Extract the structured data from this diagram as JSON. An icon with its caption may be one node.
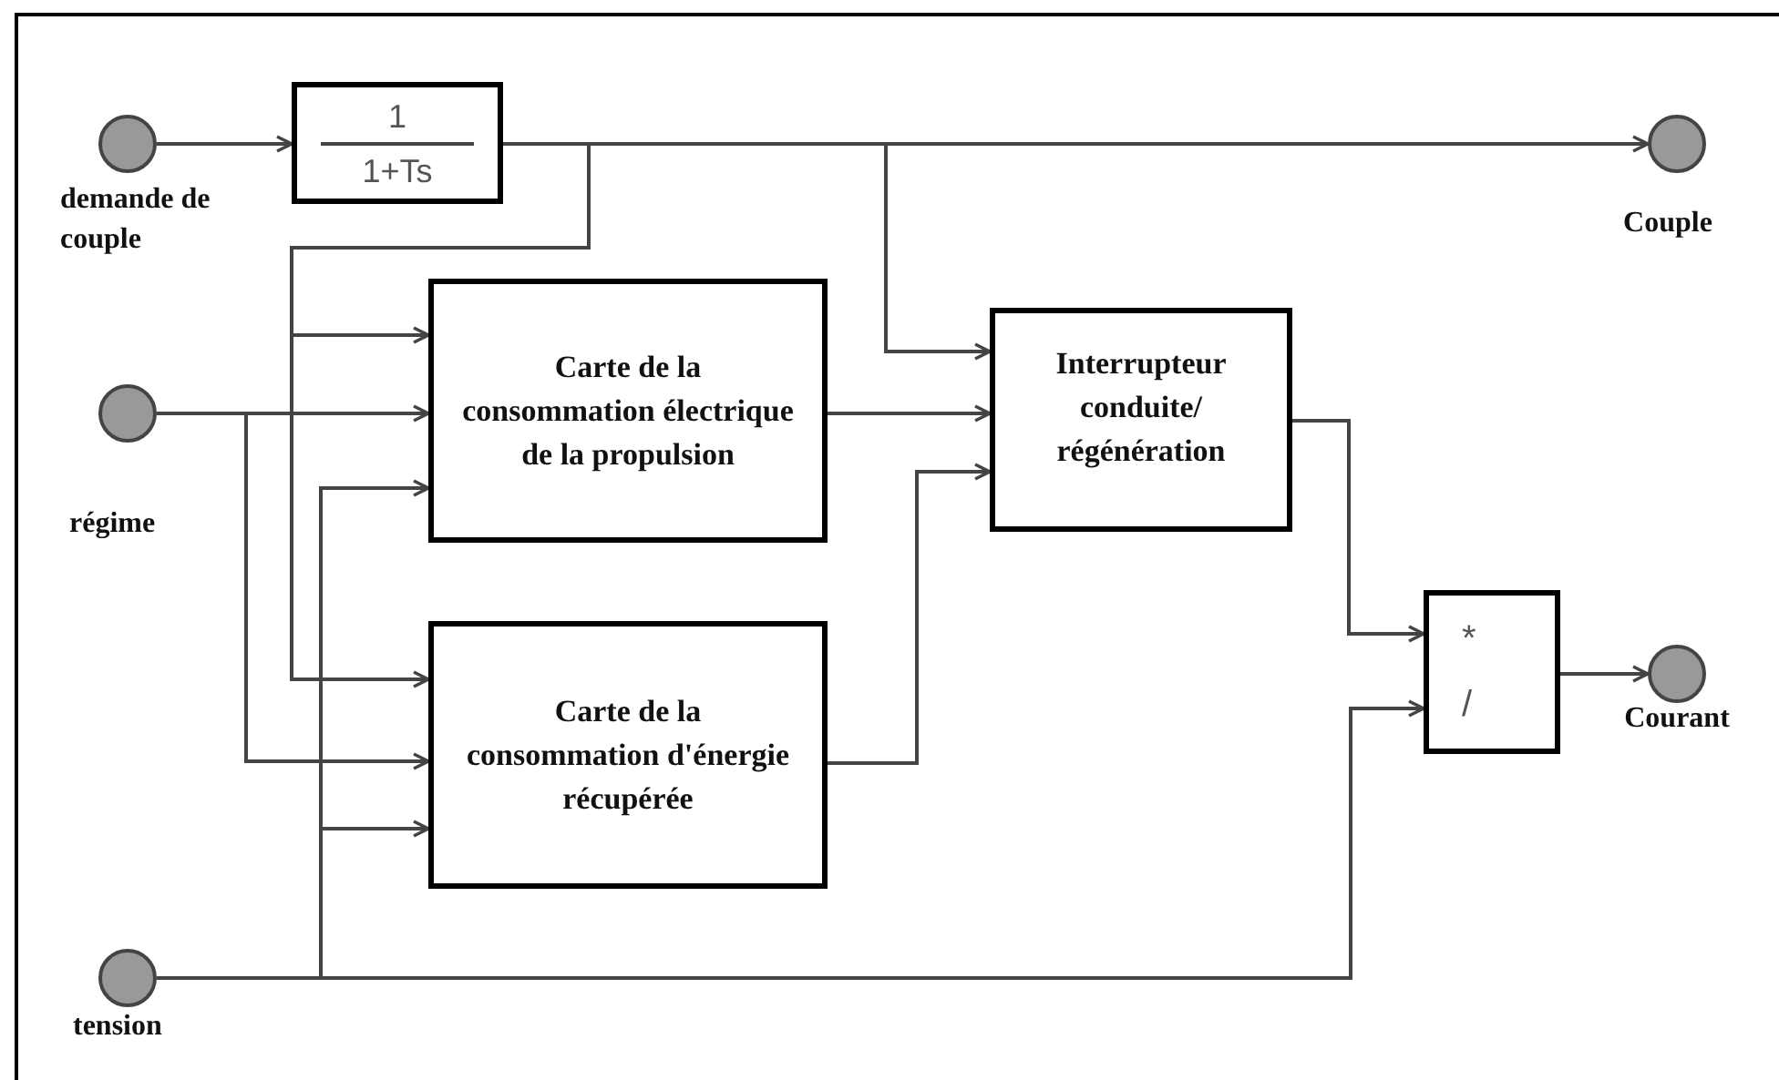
{
  "diagram": {
    "nodes": [
      {
        "text": [],
        "shape": "circle",
        "beside": [
          "demande de couple"
        ]
      },
      {
        "text": [],
        "shape": "circle",
        "beside": [
          "régime"
        ]
      },
      {
        "text": [],
        "shape": "circle",
        "beside": [
          "tension"
        ]
      },
      {
        "text": [
          "1",
          "1+Ts"
        ]
      },
      {
        "text": [
          "Carte de la consommation électrique de la propulsion"
        ]
      },
      {
        "text": [
          "Carte de la consommation d'énergie récupérée"
        ]
      },
      {
        "text": [
          "Interrupteur conduite/ régénération"
        ]
      },
      {
        "text": [
          "*",
          "/"
        ]
      },
      {
        "text": [],
        "shape": "circle",
        "beside": [
          "Couple"
        ]
      },
      {
        "text": [],
        "shape": "circle",
        "beside": [
          "Courant"
        ]
      }
    ],
    "edges": [
      {
        "from": 0,
        "to": 3,
        "arrow": "to"
      },
      {
        "from": 3,
        "to": 8,
        "arrow": "to"
      },
      {
        "from": 3,
        "to": 6,
        "arrow": "to"
      },
      {
        "from": 3,
        "to": 4,
        "arrow": "to"
      },
      {
        "from": 3,
        "to": 5,
        "arrow": "to"
      },
      {
        "from": 1,
        "to": 4,
        "arrow": "to"
      },
      {
        "from": 1,
        "to": 5,
        "arrow": "to"
      },
      {
        "from": 2,
        "to": 4,
        "arrow": "to"
      },
      {
        "from": 2,
        "to": 5,
        "arrow": "to"
      },
      {
        "from": 2,
        "to": 7,
        "arrow": "to"
      },
      {
        "from": 4,
        "to": 6,
        "arrow": "to"
      },
      {
        "from": 5,
        "to": 6,
        "arrow": "to"
      },
      {
        "from": 6,
        "to": 7,
        "arrow": "to"
      },
      {
        "from": 7,
        "to": 9,
        "arrow": "to"
      }
    ]
  }
}
